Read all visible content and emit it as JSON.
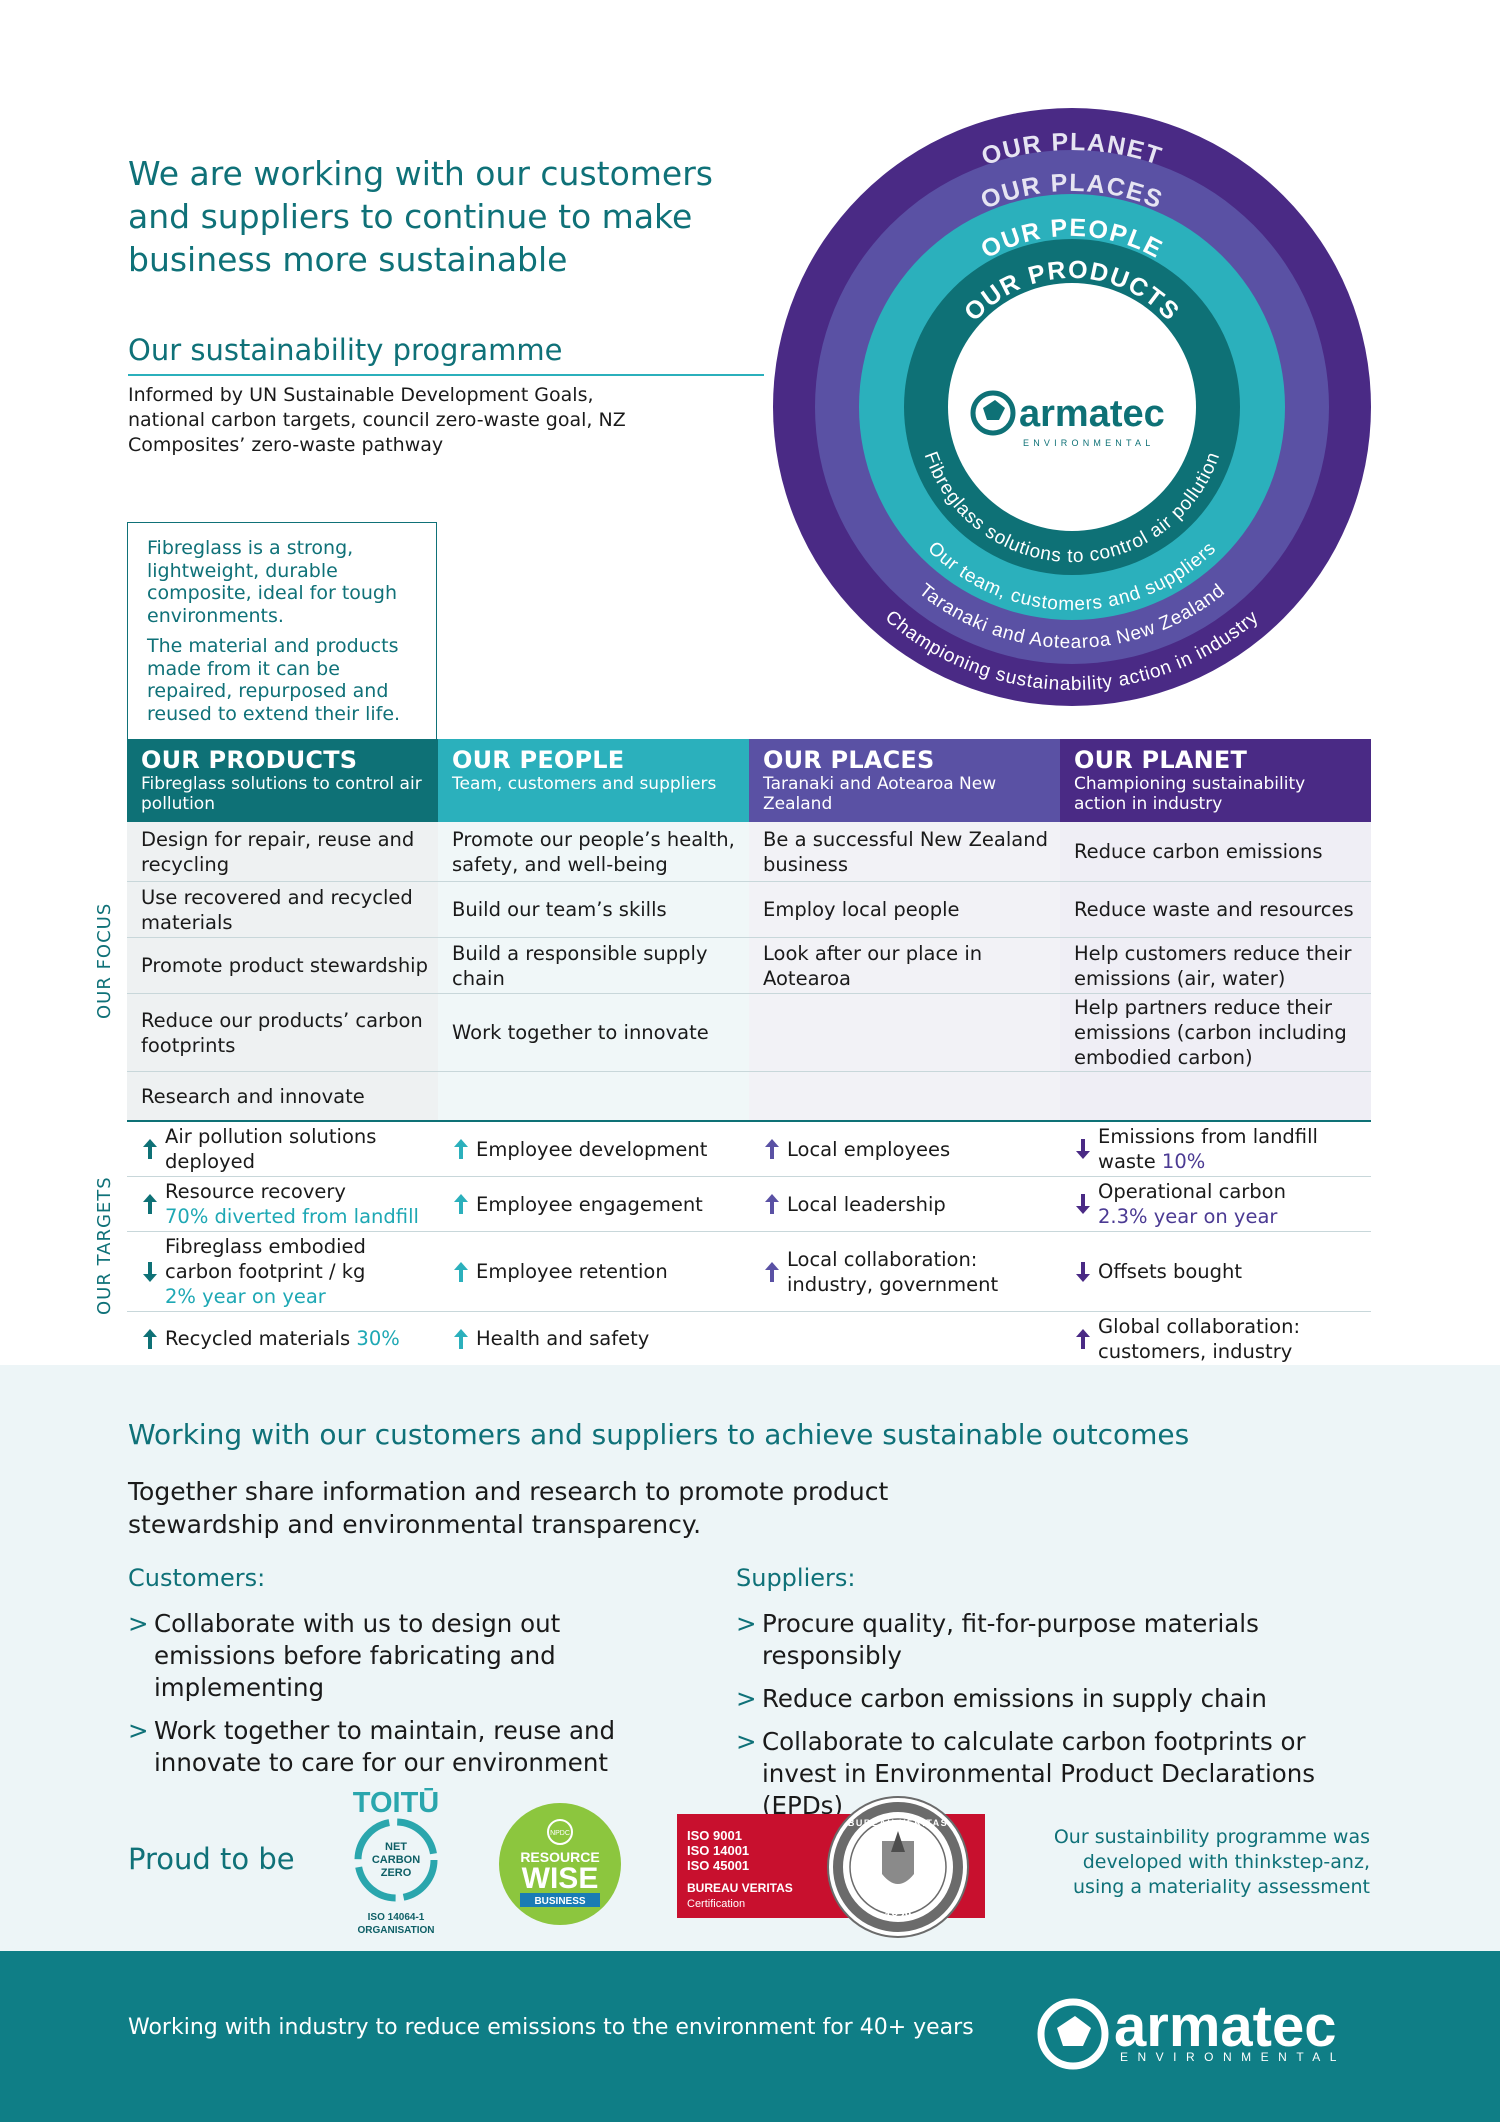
{
  "hero": {
    "title": "We are working with our customers and suppliers to continue to make business more sustainable"
  },
  "programme": {
    "title": "Our sustainability programme",
    "body": "Informed by UN Sustainable Development Goals, national carbon targets, council zero-waste goal, NZ Composites’ zero-waste pathway"
  },
  "fibreglass": {
    "p1": "Fibreglass is a strong, lightweight, durable composite, ideal for tough environments.",
    "p2": "The material and products made from it can be repaired, repurposed and reused to extend their life."
  },
  "rings": {
    "outer": "OUR PLANET",
    "second": "OUR PLACES",
    "third": "OUR PEOPLE",
    "inner": "OUR PRODUCTS",
    "inner_arc": "Fibreglass solutions to control air pollution",
    "third_arc": "Our team, customers and suppliers",
    "second_arc": "Taranaki and Aotearoa New Zealand",
    "outer_arc": "Championing sustainability action in industry",
    "logo_word": "armatec",
    "logo_sub": "ENVIRONMENTAL"
  },
  "colors": {
    "teal_dark": "#0e7176",
    "teal_mid": "#2bb0bc",
    "purple_light": "#5a51a4",
    "purple_dark": "#4a2a85"
  },
  "columns": [
    {
      "title": "OUR PRODUCTS",
      "subtitle": "Fibreglass solutions to control air pollution",
      "color": "#0e7176"
    },
    {
      "title": "OUR PEOPLE",
      "subtitle": "Team, customers and suppliers",
      "color": "#2bb0bc"
    },
    {
      "title": "OUR PLACES",
      "subtitle": "Taranaki and Aotearoa New Zealand",
      "color": "#5a51a4"
    },
    {
      "title": "OUR PLANET",
      "subtitle": "Championing sustainability action in industry",
      "color": "#4a2a85"
    }
  ],
  "focus_label": "OUR FOCUS",
  "targets_label": "OUR TARGETS",
  "focus": [
    [
      "Design for repair, reuse and recycling",
      "Promote our people’s health, safety, and well-being",
      "Be a successful New Zealand business",
      "Reduce carbon emissions"
    ],
    [
      "Use recovered and recycled materials",
      "Build our team’s skills",
      "Employ local people",
      "Reduce waste and resources"
    ],
    [
      "Promote product stewardship",
      "Build a responsible supply chain",
      "Look after our place in Aotearoa",
      "Help customers reduce their emissions (air, water)"
    ],
    [
      "Reduce our products’ carbon footprints",
      "Work together to innovate",
      "",
      "Help partners reduce their emissions (carbon including embodied carbon)"
    ],
    [
      "Research and innovate",
      "",
      "",
      ""
    ]
  ],
  "targets": [
    [
      {
        "text": "Air pollution solutions deployed",
        "hl": "",
        "dir": "up"
      },
      {
        "text": "Employee development",
        "hl": "",
        "dir": "up"
      },
      {
        "text": "Local employees",
        "hl": "",
        "dir": "up"
      },
      {
        "text": "Emissions from landfill waste",
        "hl": "10%",
        "dir": "down"
      }
    ],
    [
      {
        "text": "Resource recovery",
        "hl": "70% diverted from landfill",
        "dir": "up"
      },
      {
        "text": "Employee engagement",
        "hl": "",
        "dir": "up"
      },
      {
        "text": "Local leadership",
        "hl": "",
        "dir": "up"
      },
      {
        "text": "Operational carbon",
        "hl": "2.3% year on year",
        "dir": "down"
      }
    ],
    [
      {
        "text": "Fibreglass embodied carbon footprint / kg",
        "hl": "2% year on year",
        "dir": "down"
      },
      {
        "text": "Employee retention",
        "hl": "",
        "dir": "up"
      },
      {
        "text": "Local collaboration: industry, government",
        "hl": "",
        "dir": "up"
      },
      {
        "text": "Offsets bought",
        "hl": "",
        "dir": "down"
      }
    ],
    [
      {
        "text": "Recycled materials",
        "hl": "30%",
        "dir": "up"
      },
      {
        "text": "Health and safety",
        "hl": "",
        "dir": "up"
      },
      {
        "text": "",
        "hl": "",
        "dir": ""
      },
      {
        "text": "Global collaboration: customers, industry",
        "hl": "",
        "dir": "up"
      }
    ]
  ],
  "lower": {
    "title": "Working with our customers and suppliers to achieve sustainable outcomes",
    "body": "Together share information and research to promote product stewardship and environmental transparency.",
    "customers_title": "Customers:",
    "customers": [
      "Collaborate with us to design out emissions before fabricating and implementing",
      "Work together to maintain, reuse and innovate to care for our environment"
    ],
    "suppliers_title": "Suppliers:",
    "suppliers": [
      "Procure quality, fit-for-purpose materials responsibly",
      "Reduce carbon emissions in supply chain",
      "Collaborate to calculate carbon footprints or invest in Environmental Product Declarations (EPDs)"
    ],
    "bullet": ">"
  },
  "certs": {
    "proud": "Proud to be",
    "toitu_title": "TOITŪ",
    "toitu_l1": "NET",
    "toitu_l2": "CARBON",
    "toitu_l3": "ZERO",
    "toitu_iso": "ISO 14064-1",
    "toitu_org": "ORGANISATION",
    "rw_top": "NPDC",
    "rw_l1": "RESOURCE",
    "rw_l2": "WISE",
    "rw_l3": "BUSINESS",
    "bv_iso1": "ISO 9001",
    "bv_iso2": "ISO 14001",
    "bv_iso3": "ISO 45001",
    "bv_name": "BUREAU VERITAS",
    "bv_cert": "Certification",
    "bv_seal": "BUREAU VERITAS",
    "bv_year": "1828",
    "note": "Our sustainbility programme was developed with thinkstep-anz, using a materiality assessment"
  },
  "footer": {
    "text": "Working with industry to reduce emissions to the environment for 40+ years",
    "logo_word": "armatec",
    "logo_sub": "ENVIRONMENTAL"
  }
}
